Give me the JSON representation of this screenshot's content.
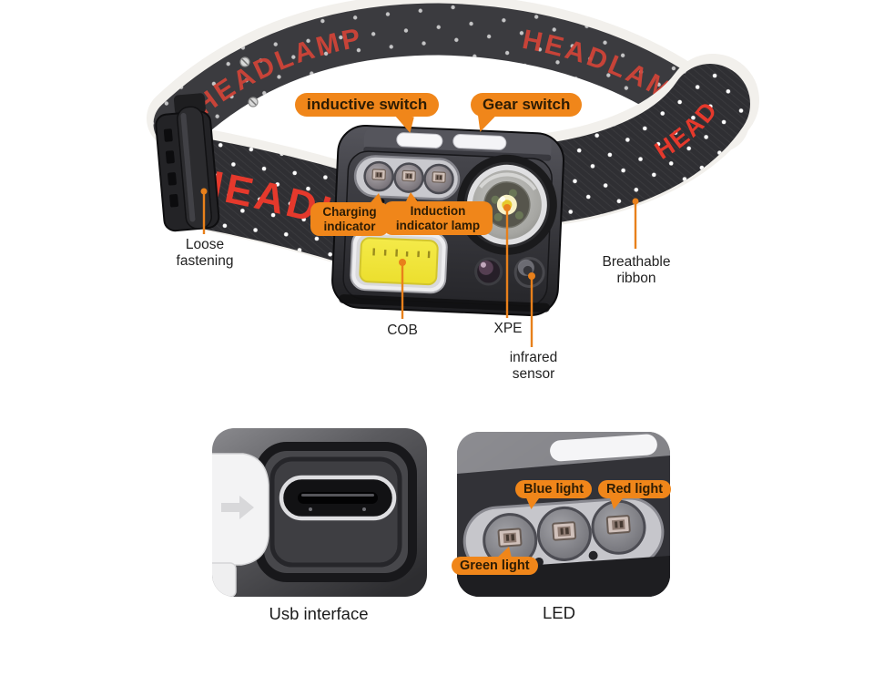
{
  "product": {
    "strap_brand_text": "HEADLAMP"
  },
  "callouts": {
    "inductive_switch": "inductive switch",
    "gear_switch": "Gear switch",
    "charging_indicator": "Charging indicator",
    "induction_indicator_lamp": "Induction indicator lamp",
    "blue_light": "Blue light",
    "red_light": "Red light",
    "green_light": "Green light"
  },
  "part_labels": {
    "loose_fastening": "Loose fastening",
    "breathable_ribbon": "Breathable ribbon",
    "cob": "COB",
    "xpe": "XPE",
    "infrared_sensor": "infrared sensor"
  },
  "captions": {
    "usb_interface": "Usb interface",
    "led": "LED"
  },
  "colors": {
    "callout_orange": "#F0861A",
    "leader_orange": "#E8801B",
    "strap_text_red": "#E5392C",
    "cob_yellow": "#F2E63D"
  }
}
